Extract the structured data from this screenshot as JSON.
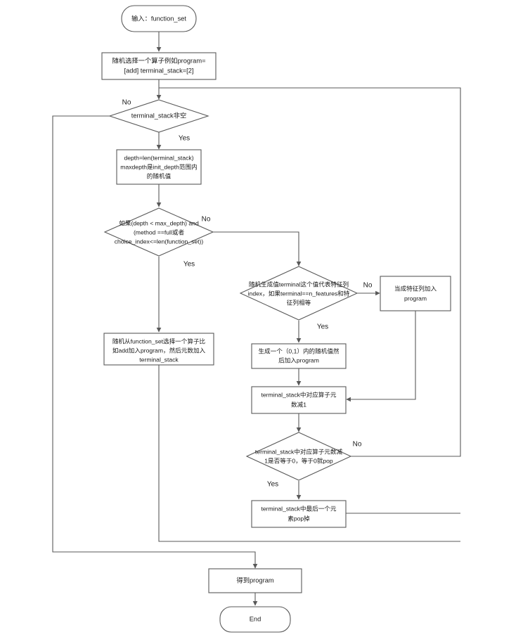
{
  "diagram": {
    "title": "function_set program generation flowchart",
    "colors": {
      "stroke": "#595959",
      "fill": "#ffffff",
      "text": "#1a1a1a"
    },
    "nodes": {
      "start": {
        "type": "terminator",
        "label": "输入：function_set"
      },
      "init_program": {
        "type": "process",
        "line1": "随机选择一个算子例如program=",
        "line2": "[add] terminal_stack=[2]"
      },
      "stack_not_empty": {
        "type": "decision",
        "label": "terminal_stack非空"
      },
      "depth_calc": {
        "type": "process",
        "line1": "depth=len(terminal_stack)",
        "line2": "maxdepth是init_depth范围内",
        "line3": "的随机值"
      },
      "depth_check": {
        "type": "decision",
        "line1": "如果(depth < max_depth) and",
        "line2": "(method ==full或者",
        "line3": "choice_index<=len(function_set))"
      },
      "pick_function": {
        "type": "process",
        "line1": "随机从function_set选择一个算子比",
        "line2": "如add加入program，然后元数加入",
        "line3": "terminal_stack"
      },
      "terminal_check": {
        "type": "decision",
        "line1": "随机生成值terminal这个值代表特征列",
        "line2": "index，如果terminal==n_features和特",
        "line3": "征列相等"
      },
      "add_feature_col": {
        "type": "process",
        "line1": "当成特征列加入",
        "line2": "program"
      },
      "gen_random": {
        "type": "process",
        "line1": "生成一个（0,1）内的随机值然",
        "line2": "后加入program"
      },
      "decrement": {
        "type": "process",
        "line1": "terminal_stack中对应算子元",
        "line2": "数减1"
      },
      "zero_check": {
        "type": "decision",
        "line1": "terminal_stack中对应算子元数减",
        "line2": "1是否等于0，等于0就pop"
      },
      "pop_last": {
        "type": "process",
        "line1": "terminal_stack中最后一个元",
        "line2": "素pop掉"
      },
      "result": {
        "type": "process",
        "label": "得到program"
      },
      "end": {
        "type": "terminator",
        "label": "End"
      }
    },
    "edge_labels": {
      "stack_no": "No",
      "stack_yes": "Yes",
      "depth_no": "No",
      "depth_yes": "Yes",
      "terminal_no": "No",
      "terminal_yes": "Yes",
      "zero_no": "No",
      "zero_yes": "Yes"
    }
  }
}
